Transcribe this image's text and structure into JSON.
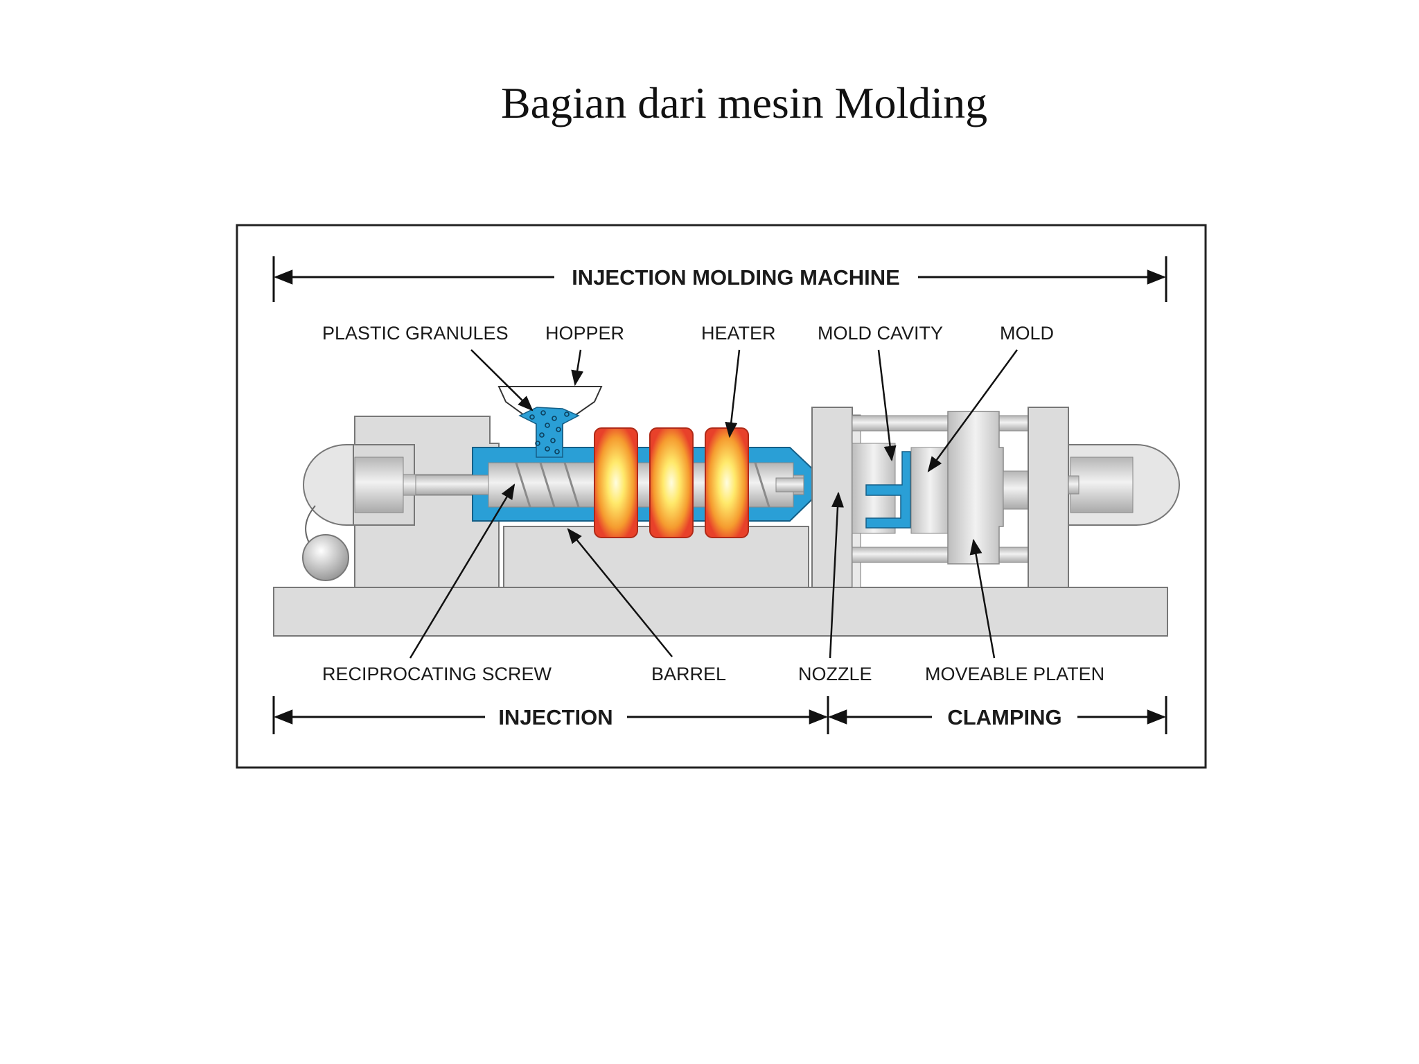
{
  "title": "Bagian dari mesin Molding",
  "diagram": {
    "header": "INJECTION MOLDING MACHINE",
    "labels": {
      "plastic_granules": "PLASTIC GRANULES",
      "hopper": "HOPPER",
      "heater": "HEATER",
      "mold_cavity": "MOLD CAVITY",
      "mold": "MOLD",
      "reciprocating_screw": "RECIPROCATING SCREW",
      "barrel": "BARREL",
      "nozzle": "NOZZLE",
      "moveable_platen": "MOVEABLE PLATEN"
    },
    "sections": {
      "injection": "INJECTION",
      "clamping": "CLAMPING"
    },
    "colors": {
      "melt": "#2a9fd6",
      "heater_outer": "#e8412a",
      "heater_inner": "#ffe96b",
      "machine": "#dcdcdc",
      "outline": "#555555"
    }
  }
}
